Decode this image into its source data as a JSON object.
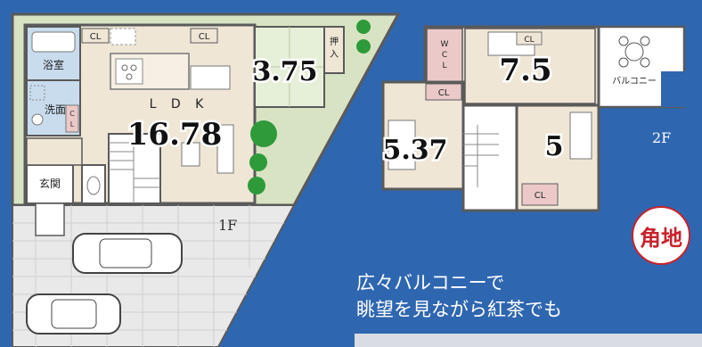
{
  "colors": {
    "background": "#2f66b0",
    "wall": "#5a5a5a",
    "room_beige": "#efe6d6",
    "bath_blue": "#c9dcee",
    "closet_pink": "#ecc9c9",
    "tatami_green": "#e6efd8",
    "garden_green": "#d8e3c4",
    "parking_tile": "#e9e9e9",
    "badge_red": "#c8232c"
  },
  "floor1": {
    "floor_label": "1F",
    "ldk_label": "L D K",
    "ldk_size": "16.78",
    "tatami_size": "3.75",
    "oshiire_label": "押入",
    "bath_label": "浴室",
    "washroom_label": "洗面",
    "entrance_label": "玄関",
    "closet_labels": [
      "CL",
      "CL",
      "CL"
    ]
  },
  "floor2": {
    "floor_label": "2F",
    "balcony_label": "バルコニー",
    "room_sizes": [
      "7.5",
      "5.37",
      "5"
    ],
    "wcl_label": "WCL",
    "closet_labels": [
      "CL",
      "CL",
      "CL"
    ]
  },
  "badge": {
    "label": "角地"
  },
  "caption": {
    "line1": "広々バルコニーで",
    "line2": "眺望を見ながら紅茶でも"
  }
}
